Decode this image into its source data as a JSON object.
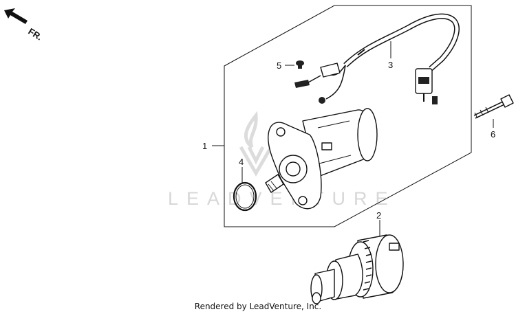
{
  "orientation": {
    "label": "FR.",
    "icon": "front-direction-arrow-icon"
  },
  "callouts": [
    {
      "number": "1",
      "part": "starter-motor"
    },
    {
      "number": "2",
      "part": "starter-clutch-gear"
    },
    {
      "number": "3",
      "part": "wire-harness"
    },
    {
      "number": "4",
      "part": "o-ring"
    },
    {
      "number": "5",
      "part": "screw"
    },
    {
      "number": "6",
      "part": "bolt"
    }
  ],
  "watermark": {
    "text": "LEADVENTURE",
    "icon": "flame-logo-icon"
  },
  "credit": "Rendered by LeadVenture, Inc.",
  "colors": {
    "line": "#111111",
    "watermark": "#d7d7d7",
    "background": "#ffffff"
  }
}
